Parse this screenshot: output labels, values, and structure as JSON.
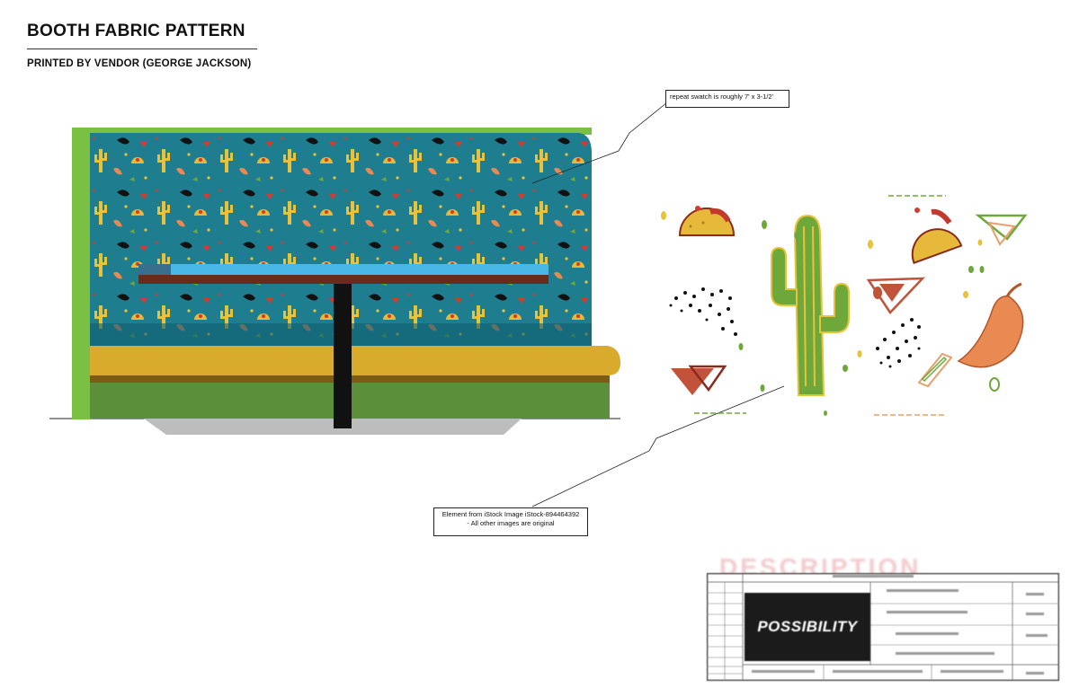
{
  "header": {
    "title": "BOOTH FABRIC PATTERN",
    "subtitle": "PRINTED BY VENDOR (GEORGE JACKSON)"
  },
  "callouts": {
    "repeat_swatch": "repeat swatch is roughly 7' x 3-1/2'",
    "element_source_line1": "Element from iStock Image iStock-894464392",
    "element_source_line2": "- All other images are original"
  },
  "title_block": {
    "logo_text": "POSSIBILITY",
    "ghost_text": "DESCRIPTION"
  },
  "colors": {
    "fabric_bg": "#1e7d8f",
    "frame_green": "#7ac143",
    "seat_yellow": "#d9ab2c",
    "base_green": "#5b8f3a",
    "table_blue": "#49b8e6",
    "table_brown": "#6b2b1c",
    "cactus_yellow": "#e8c23a",
    "cactus_green": "#6fa83a",
    "taco_gold": "#e6b93a",
    "pepper_orange": "#e98a53",
    "triangle_rust": "#c0533a"
  }
}
